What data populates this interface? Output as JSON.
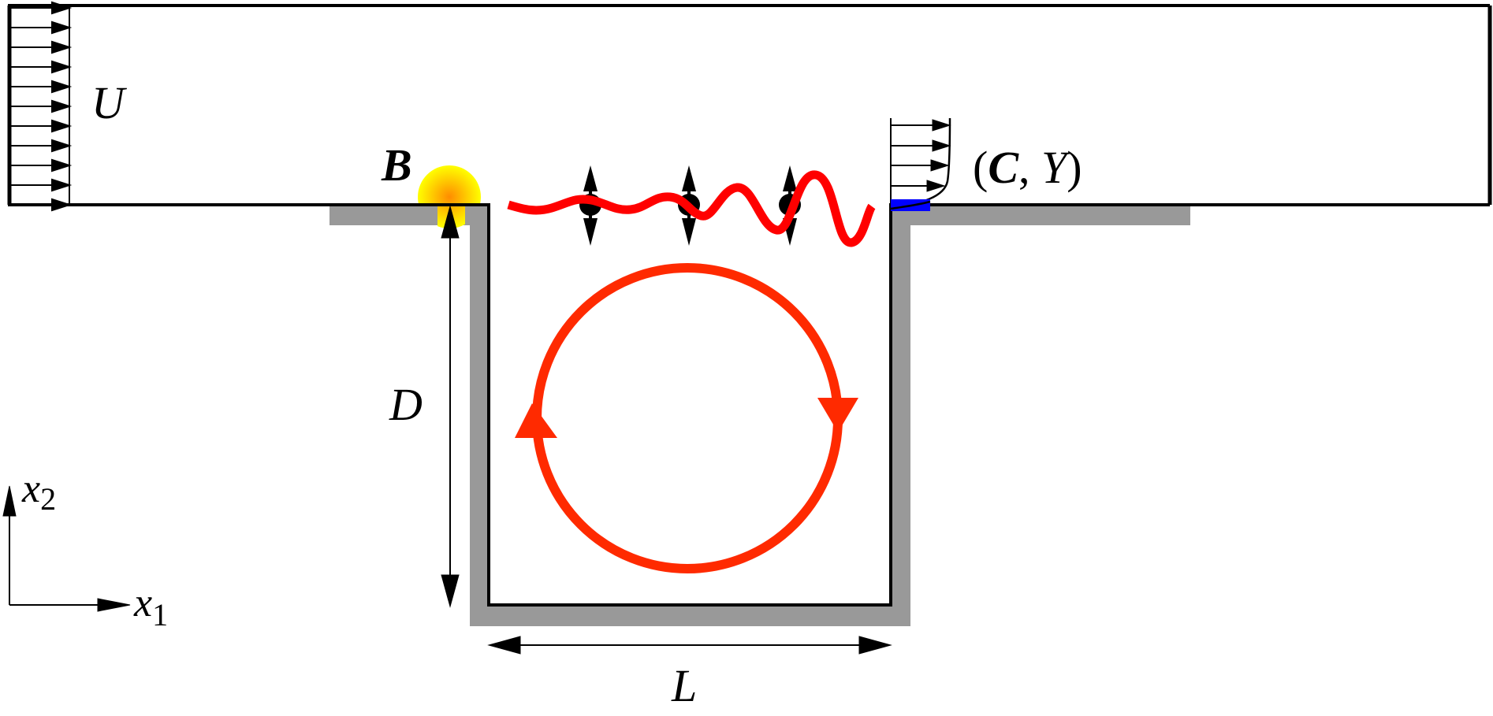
{
  "diagram": {
    "type": "lid-driven-cavity schematic",
    "labels": {
      "free_stream": "U",
      "bump": "B",
      "depth": "D",
      "length": "L",
      "sensor_open": "(",
      "sensor_C": "C",
      "sensor_comma": ", ",
      "sensor_Y": "Y",
      "sensor_close": ")",
      "axis_x1_base": "x",
      "axis_x1_sub": "1",
      "axis_x2_base": "x",
      "axis_x2_sub": "2"
    },
    "colors": {
      "wall": "#000000",
      "wall_shade": "#999999",
      "wave": "#ff0000",
      "vortex": "#ff2a00",
      "sensor_strip": "#0000ff",
      "bump_center": "#ff8c00",
      "bump_edge": "#ffff00"
    },
    "elements": {
      "inflow_arrows_count": 11,
      "oscillating_particles_count": 3,
      "profile_arrows_count": 4
    }
  }
}
